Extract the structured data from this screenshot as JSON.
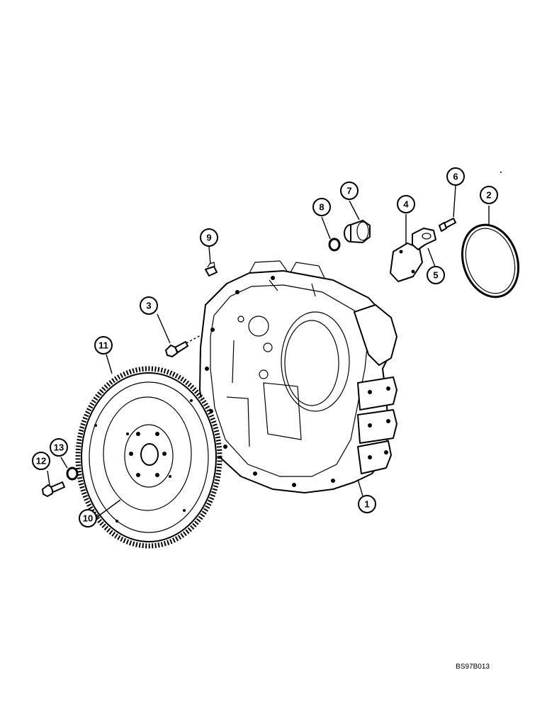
{
  "callouts": [
    {
      "id": "callout-1",
      "label": "1",
      "part": "flywheel-housing"
    },
    {
      "id": "callout-2",
      "label": "2",
      "part": "o-ring"
    },
    {
      "id": "callout-3",
      "label": "3",
      "part": "bolt"
    },
    {
      "id": "callout-4",
      "label": "4",
      "part": "cover-plate"
    },
    {
      "id": "callout-5",
      "label": "5",
      "part": "bracket"
    },
    {
      "id": "callout-6",
      "label": "6",
      "part": "bolt"
    },
    {
      "id": "callout-7",
      "label": "7",
      "part": "plug"
    },
    {
      "id": "callout-8",
      "label": "8",
      "part": "seal-ring"
    },
    {
      "id": "callout-9",
      "label": "9",
      "part": "plug"
    },
    {
      "id": "callout-10",
      "label": "10",
      "part": "flywheel"
    },
    {
      "id": "callout-11",
      "label": "11",
      "part": "ring-gear"
    },
    {
      "id": "callout-12",
      "label": "12",
      "part": "bolt"
    },
    {
      "id": "callout-13",
      "label": "13",
      "part": "washer"
    }
  ],
  "drawing_id": "BS97B013"
}
